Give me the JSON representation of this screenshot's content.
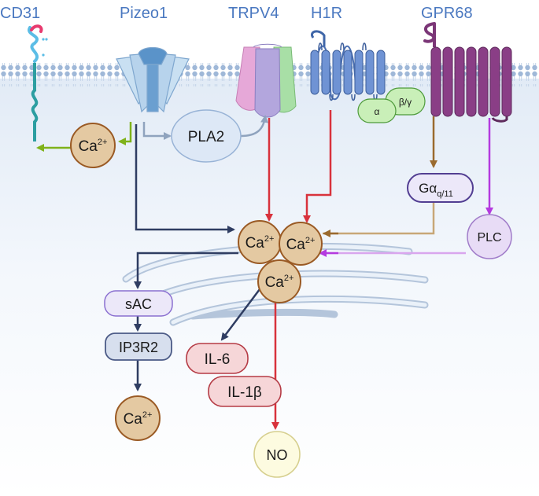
{
  "receptors": {
    "cd31": "CD31",
    "piezo1": "Pizeo1",
    "trpv4": "TRPV4",
    "h1r": "H1R",
    "gpr68": "GPR68"
  },
  "subunits": {
    "alpha": "α",
    "beta_gamma": "β/γ"
  },
  "nodes": {
    "pla2": "PLA2",
    "g_main": "Gα",
    "g_sub": "q/11",
    "plc": "PLC",
    "sac": "sAC",
    "ip3r2": "IP3R2",
    "il6": "IL-6",
    "il1b": "IL-1β",
    "no": "NO"
  },
  "calcium": {
    "base": "Ca",
    "sup": "2+"
  },
  "colors": {
    "membrane": "#9fb8d8",
    "cytoplasm": "#e6eef8",
    "receptor_label": "#4a78c0",
    "navy_arrow": "#2f3d62",
    "red_arrow": "#d8323c",
    "brown_arrow": "#9a6a2e",
    "purple_arrow": "#b43adf",
    "green_arrow": "#7fb21a",
    "grey_arrow": "#8fa3be",
    "calcium_fill": "#e4c9a2",
    "calcium_stroke": "#9a5a24"
  }
}
